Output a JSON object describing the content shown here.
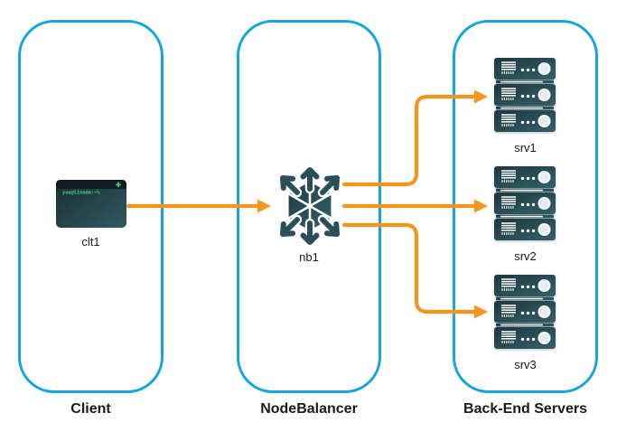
{
  "groups": {
    "client": {
      "label": "Client"
    },
    "nodebalancer": {
      "label": "NodeBalancer"
    },
    "backend": {
      "label": "Back-End Servers"
    }
  },
  "nodes": {
    "clt1": {
      "label": "clt1",
      "icon": "terminal-icon",
      "group": "Client"
    },
    "nb1": {
      "label": "nb1",
      "icon": "nodebalancer-icon",
      "group": "NodeBalancer"
    },
    "srv1": {
      "label": "srv1",
      "icon": "server-stack-icon",
      "group": "Back-End Servers"
    },
    "srv2": {
      "label": "srv2",
      "icon": "server-stack-icon",
      "group": "Back-End Servers"
    },
    "srv3": {
      "label": "srv3",
      "icon": "server-stack-icon",
      "group": "Back-End Servers"
    }
  },
  "terminal": {
    "prompt": "you@linode:~%"
  },
  "edges": [
    {
      "from": "clt1",
      "to": "nb1"
    },
    {
      "from": "nb1",
      "to": "srv1"
    },
    {
      "from": "nb1",
      "to": "srv2"
    },
    {
      "from": "nb1",
      "to": "srv3"
    }
  ],
  "colors": {
    "group_border": "#14A5DF",
    "arrow": "#F7941E",
    "icon_teal_dark": "#1E3840",
    "icon_teal_light": "#33606A",
    "terminal_green": "#2FCB6C",
    "background": "#FFFFFF",
    "label_text": "#1B1B1B"
  }
}
